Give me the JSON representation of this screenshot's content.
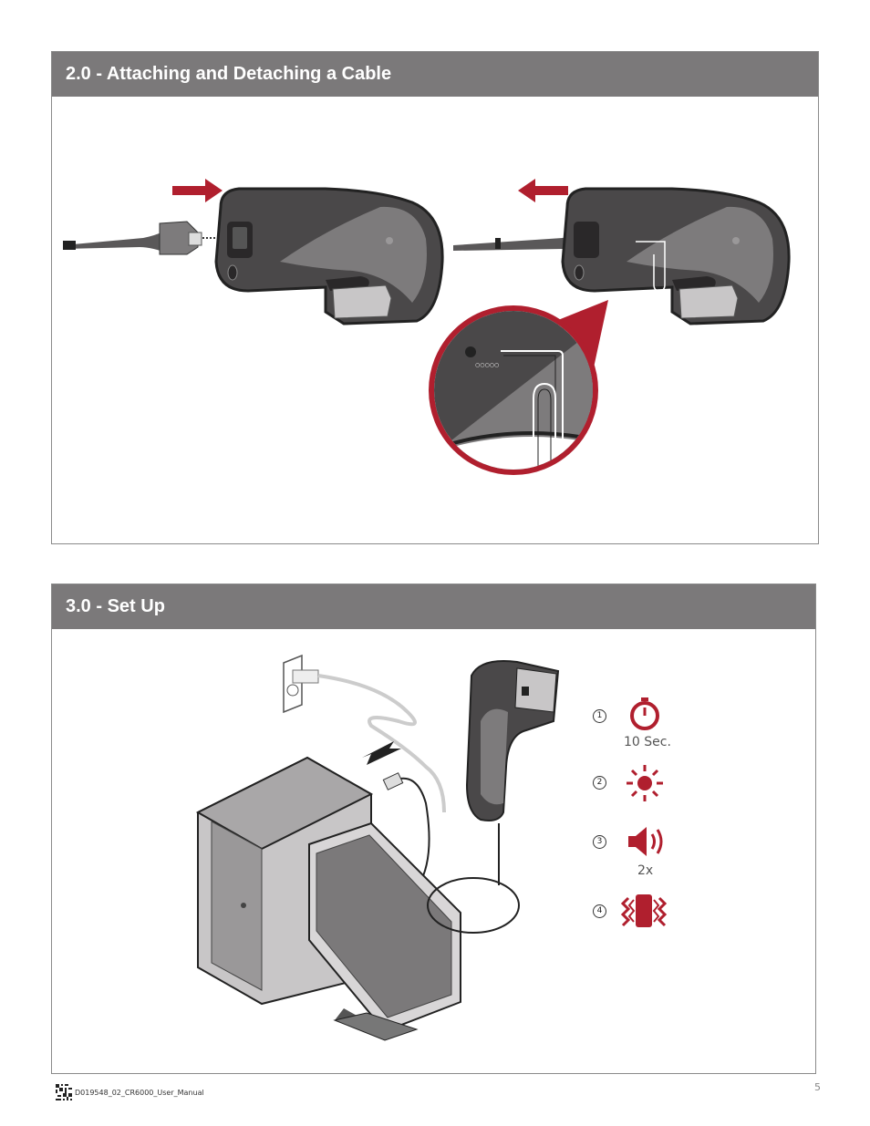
{
  "sections": {
    "attach": {
      "title": "2.0 - Attaching and Detaching a Cable"
    },
    "setup": {
      "title": "3.0 - Set Up"
    }
  },
  "steps": [
    {
      "number": "1",
      "icon": "stopwatch-icon",
      "caption": "10 Sec."
    },
    {
      "number": "2",
      "icon": "light-flash-icon",
      "caption": ""
    },
    {
      "number": "3",
      "icon": "speaker-beep-icon",
      "caption": "2x"
    },
    {
      "number": "4",
      "icon": "vibrate-icon",
      "caption": ""
    }
  ],
  "footer": {
    "document_id": "D019548_02_CR6000_User_Manual",
    "page_number": "5"
  },
  "colors": {
    "header_bg": "#7b797a",
    "accent_red": "#b01f2e",
    "device_dark": "#4a4849",
    "device_mid": "#7d7b7c"
  }
}
